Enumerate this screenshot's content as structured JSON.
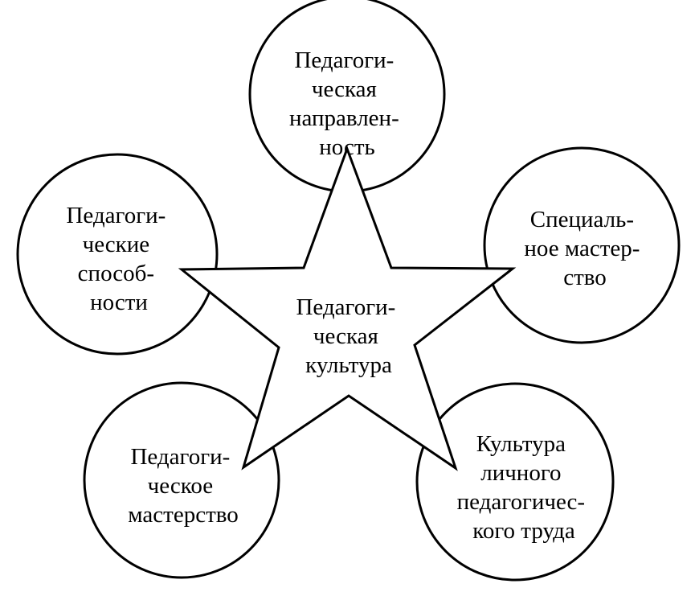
{
  "colors": {
    "background": "#ffffff",
    "stroke": "#000000",
    "text": "#000000"
  },
  "center": {
    "lines": [
      "Педагоги-",
      "ческая",
      "культура"
    ]
  },
  "circles": [
    {
      "id": "top",
      "lines": [
        "Педагоги-",
        "ческая",
        "направлен-",
        "ность"
      ]
    },
    {
      "id": "left",
      "lines": [
        "Педагоги-",
        "ческие",
        "способ-",
        "ности"
      ]
    },
    {
      "id": "right",
      "lines": [
        "Специаль-",
        "ное мастер-",
        "ство"
      ]
    },
    {
      "id": "bottom-left",
      "lines": [
        "Педагоги-",
        "ческое",
        "мастерство"
      ]
    },
    {
      "id": "bottom-right",
      "lines": [
        "Культура",
        "личного",
        "педагогичес-",
        "кого труда"
      ]
    }
  ]
}
